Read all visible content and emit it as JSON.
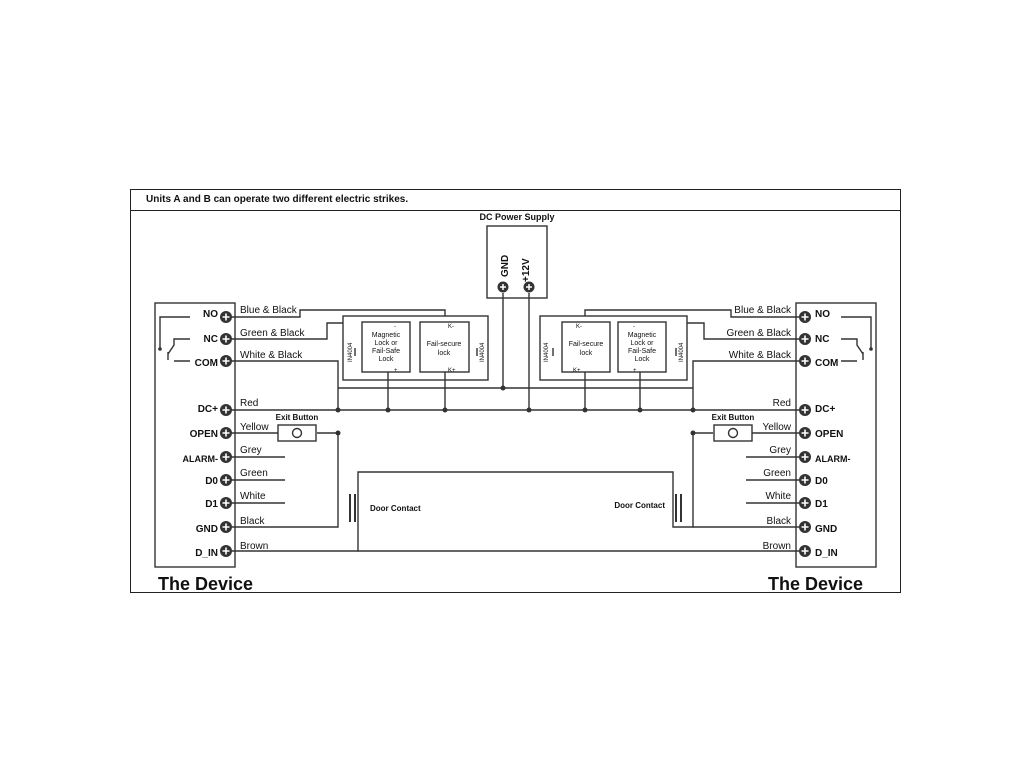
{
  "caption": "Units A and B can operate two different electric strikes.",
  "power_supply": {
    "title": "DC Power Supply",
    "gnd": "GND",
    "plus12v": "+12V"
  },
  "devices": {
    "left": {
      "title": "The Device"
    },
    "right": {
      "title": "The Device"
    }
  },
  "relay_terminals": [
    "NO",
    "NC",
    "COM"
  ],
  "relay_wires": [
    "Blue & Black",
    "Green & Black",
    "White & Black"
  ],
  "terminals": [
    "DC+",
    "OPEN",
    "ALARM-",
    "D0",
    "D1",
    "GND",
    "D_IN"
  ],
  "wires": [
    "Red",
    "Yellow",
    "Grey",
    "Green",
    "White",
    "Black",
    "Brown"
  ],
  "exit_button": "Exit Button",
  "door_contact": "Door Contact",
  "lock_box": {
    "magnetic": [
      "Magnetic",
      "Lock or",
      "Fail-Safe",
      "Lock"
    ],
    "fail_secure": [
      "Fail-secure",
      "lock"
    ],
    "diode": "IN4004",
    "minus": "-",
    "plus": "+",
    "k_minus": "K-",
    "k_plus": "K+"
  }
}
